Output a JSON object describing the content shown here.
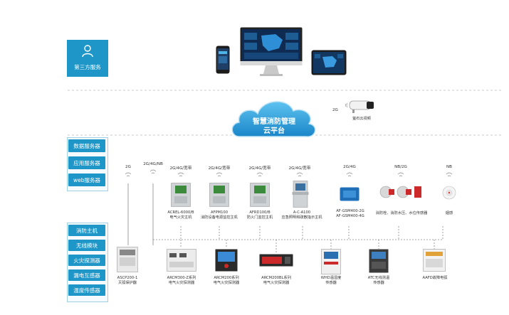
{
  "third_party": {
    "label": "第三方服务"
  },
  "cloud": {
    "line1": "智慧消防管理",
    "line2": "云平台"
  },
  "camera": {
    "network": "2G",
    "label": "萤石云视频"
  },
  "servers": [
    "数据服务器",
    "应用服务器",
    "web服务器"
  ],
  "terminals": [
    "消防主机",
    "无线模块",
    "火灾探测器",
    "漏电互感器",
    "温度传感器"
  ],
  "upper_nodes": [
    {
      "network": "2G"
    },
    {
      "network": "2G/4G/NB"
    },
    {
      "network": "2G/4G/宽带",
      "line1": "ACREL-6000/B",
      "line2": "电气火灾主机"
    },
    {
      "network": "2G/4G/宽带",
      "line1": "AFPM100",
      "line2": "消防设备电源监控主机"
    },
    {
      "network": "2G/4G/宽带",
      "line1": "AFRD100/B",
      "line2": "防火门监控主机"
    },
    {
      "network": "2G/4G/宽带",
      "line1": "A-C-A100",
      "line2": "应急照明和疏散指示主机"
    },
    {
      "network": "2G/4G",
      "line1": "AF-GSM400-2G",
      "line2": "AF-GSM400-4G"
    },
    {
      "network": "NB/2G",
      "line1": "消防栓、消防水压、水位传感器"
    },
    {
      "network": "NB",
      "line1": "烟感"
    }
  ],
  "lower_nodes": [
    {
      "line1": "ASCP200-1",
      "line2": "灭弧保护器"
    },
    {
      "line1": "ARCM300-Z系列",
      "line2": "电气火灾探测器"
    },
    {
      "line1": "ARCM200系列",
      "line2": "电气火灾探测器"
    },
    {
      "line1": "ARCM200BL系列",
      "line2": "电气火灾探测器"
    },
    {
      "line1": "WHD温湿度",
      "line2": "传感器"
    },
    {
      "line1": "ATC无线测温",
      "line2": "传感器"
    },
    {
      "line1": "AAFD故障电弧"
    }
  ],
  "colors": {
    "accent": "#1e96c8",
    "line": "#888888",
    "cloud": "#2f9ed6"
  }
}
